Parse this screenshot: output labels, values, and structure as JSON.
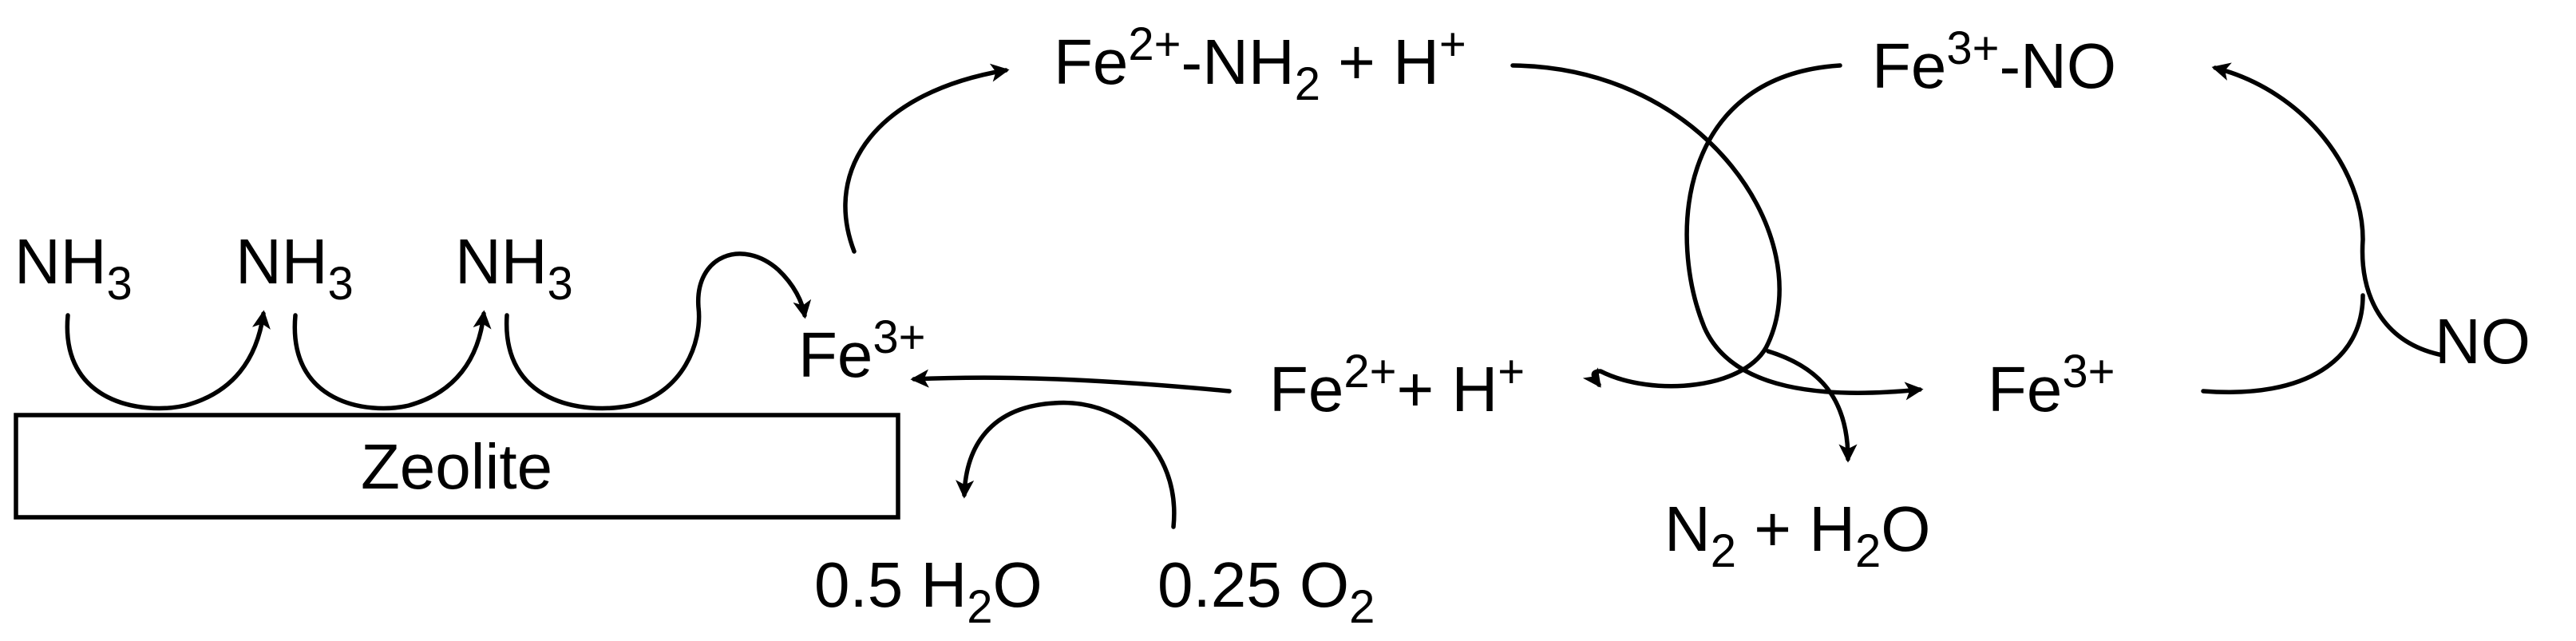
{
  "colors": {
    "ink": "#000000",
    "background": "#ffffff"
  },
  "substrate": {
    "label": "Zeolite"
  },
  "adsorption": {
    "nh3_1": {
      "base": "NH",
      "sub": "3"
    },
    "nh3_2": {
      "base": "NH",
      "sub": "3"
    },
    "nh3_3": {
      "base": "NH",
      "sub": "3"
    }
  },
  "species": {
    "fe3_site": {
      "base": "Fe",
      "sup": "3+"
    },
    "fe2_nh2_h": {
      "base": "Fe",
      "sup": "2+",
      "mid": "-NH",
      "sub": "2",
      "tail": " + H",
      "tail_sup": "+"
    },
    "fe3_no": {
      "base": "Fe",
      "sup": "3+",
      "tail": "-NO"
    },
    "fe2_h": {
      "base": "Fe",
      "sup": "2+",
      "tail": "+ H",
      "tail_sup": "+"
    },
    "fe3_right": {
      "base": "Fe",
      "sup": "3+"
    },
    "no_in": {
      "text": "NO"
    },
    "n2_h2o": {
      "base": "N",
      "sub1": "2",
      "mid": " + H",
      "sub2": "2",
      "tail": "O"
    },
    "h2o_out": {
      "coef": "0.5 H",
      "sub": "2",
      "tail": "O"
    },
    "o2_in": {
      "coef": "0.25 O",
      "sub": "2"
    }
  }
}
